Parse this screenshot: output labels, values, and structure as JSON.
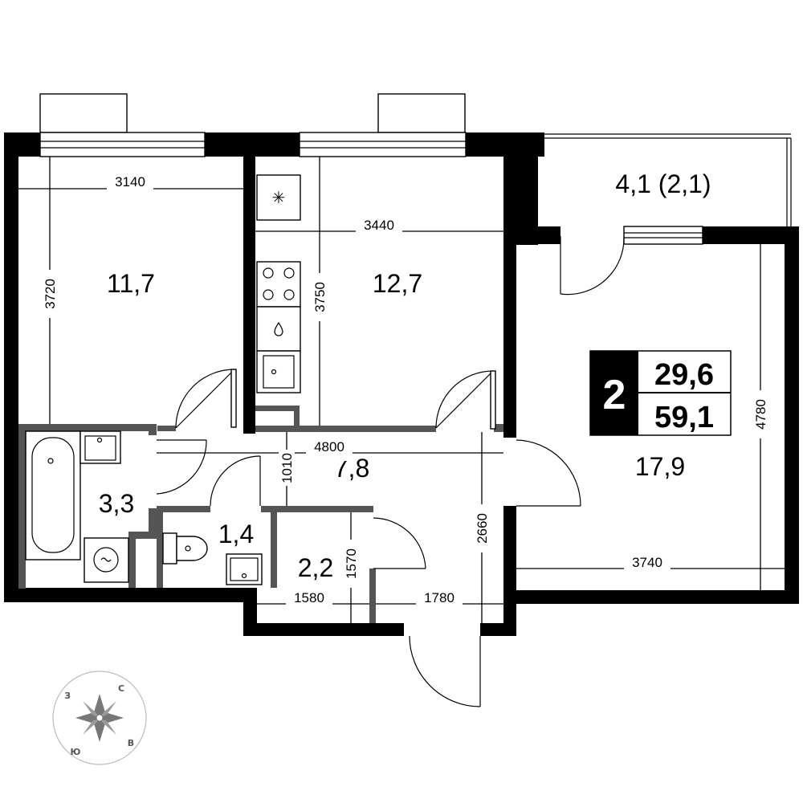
{
  "rooms": {
    "bedroom_left": "11,7",
    "kitchen": "12,7",
    "balcony": "4,1 (2,1)",
    "living_room": "17,9",
    "hallway": "7,8",
    "bathroom": "3,3",
    "toilet": "1,4",
    "storage": "2,2"
  },
  "dimensions": {
    "bedroom_width": "3140",
    "bedroom_depth": "3720",
    "kitchen_width": "3440",
    "kitchen_depth": "3750",
    "hall_length": "4800",
    "hall_depth": "1010",
    "living_width": "3740",
    "living_depth": "4780",
    "corridor_depth": "2660",
    "storage_depth": "1570",
    "storage_width": "1580",
    "entry_width": "1780"
  },
  "summary": {
    "rooms_count": "2",
    "living_area": "29,6",
    "total_area": "59,1"
  },
  "compass": {
    "n": "С",
    "e": "В",
    "s": "Ю",
    "w": "З"
  },
  "colors": {
    "wall": "#000000",
    "partition": "#555555",
    "compass": "#888888"
  }
}
